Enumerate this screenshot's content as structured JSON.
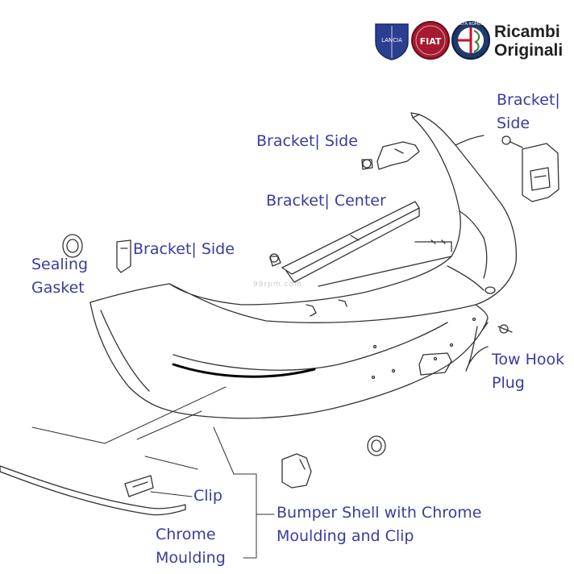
{
  "brand": {
    "title": "Ricambi\nOriginali",
    "logos": [
      {
        "name": "lancia-logo",
        "text": "LANCIA",
        "color": "#2a3f8f"
      },
      {
        "name": "fiat-logo",
        "text": "FIAT",
        "color": "#a6192e"
      },
      {
        "name": "alfa-romeo-logo",
        "text": "ALFA ROMEO",
        "color": "#1f3a6e"
      }
    ]
  },
  "watermark": "99rpm.com",
  "labels": {
    "bracket_side_right": "Bracket|\nSide",
    "bracket_side_top": "Bracket| Side",
    "bracket_center": "Bracket| Center",
    "bracket_side_left": "Bracket| Side",
    "sealing_gasket": "Sealing\nGasket",
    "tow_hook_plug": "Tow Hook\nPlug",
    "clip": "Clip",
    "bumper_shell": "Bumper Shell with Chrome\nMoulding and Clip",
    "chrome_moulding": "Chrome\nMoulding"
  },
  "colors": {
    "label": "#3a3c9e",
    "line": "#333333",
    "part_fill": "#ffffff"
  }
}
